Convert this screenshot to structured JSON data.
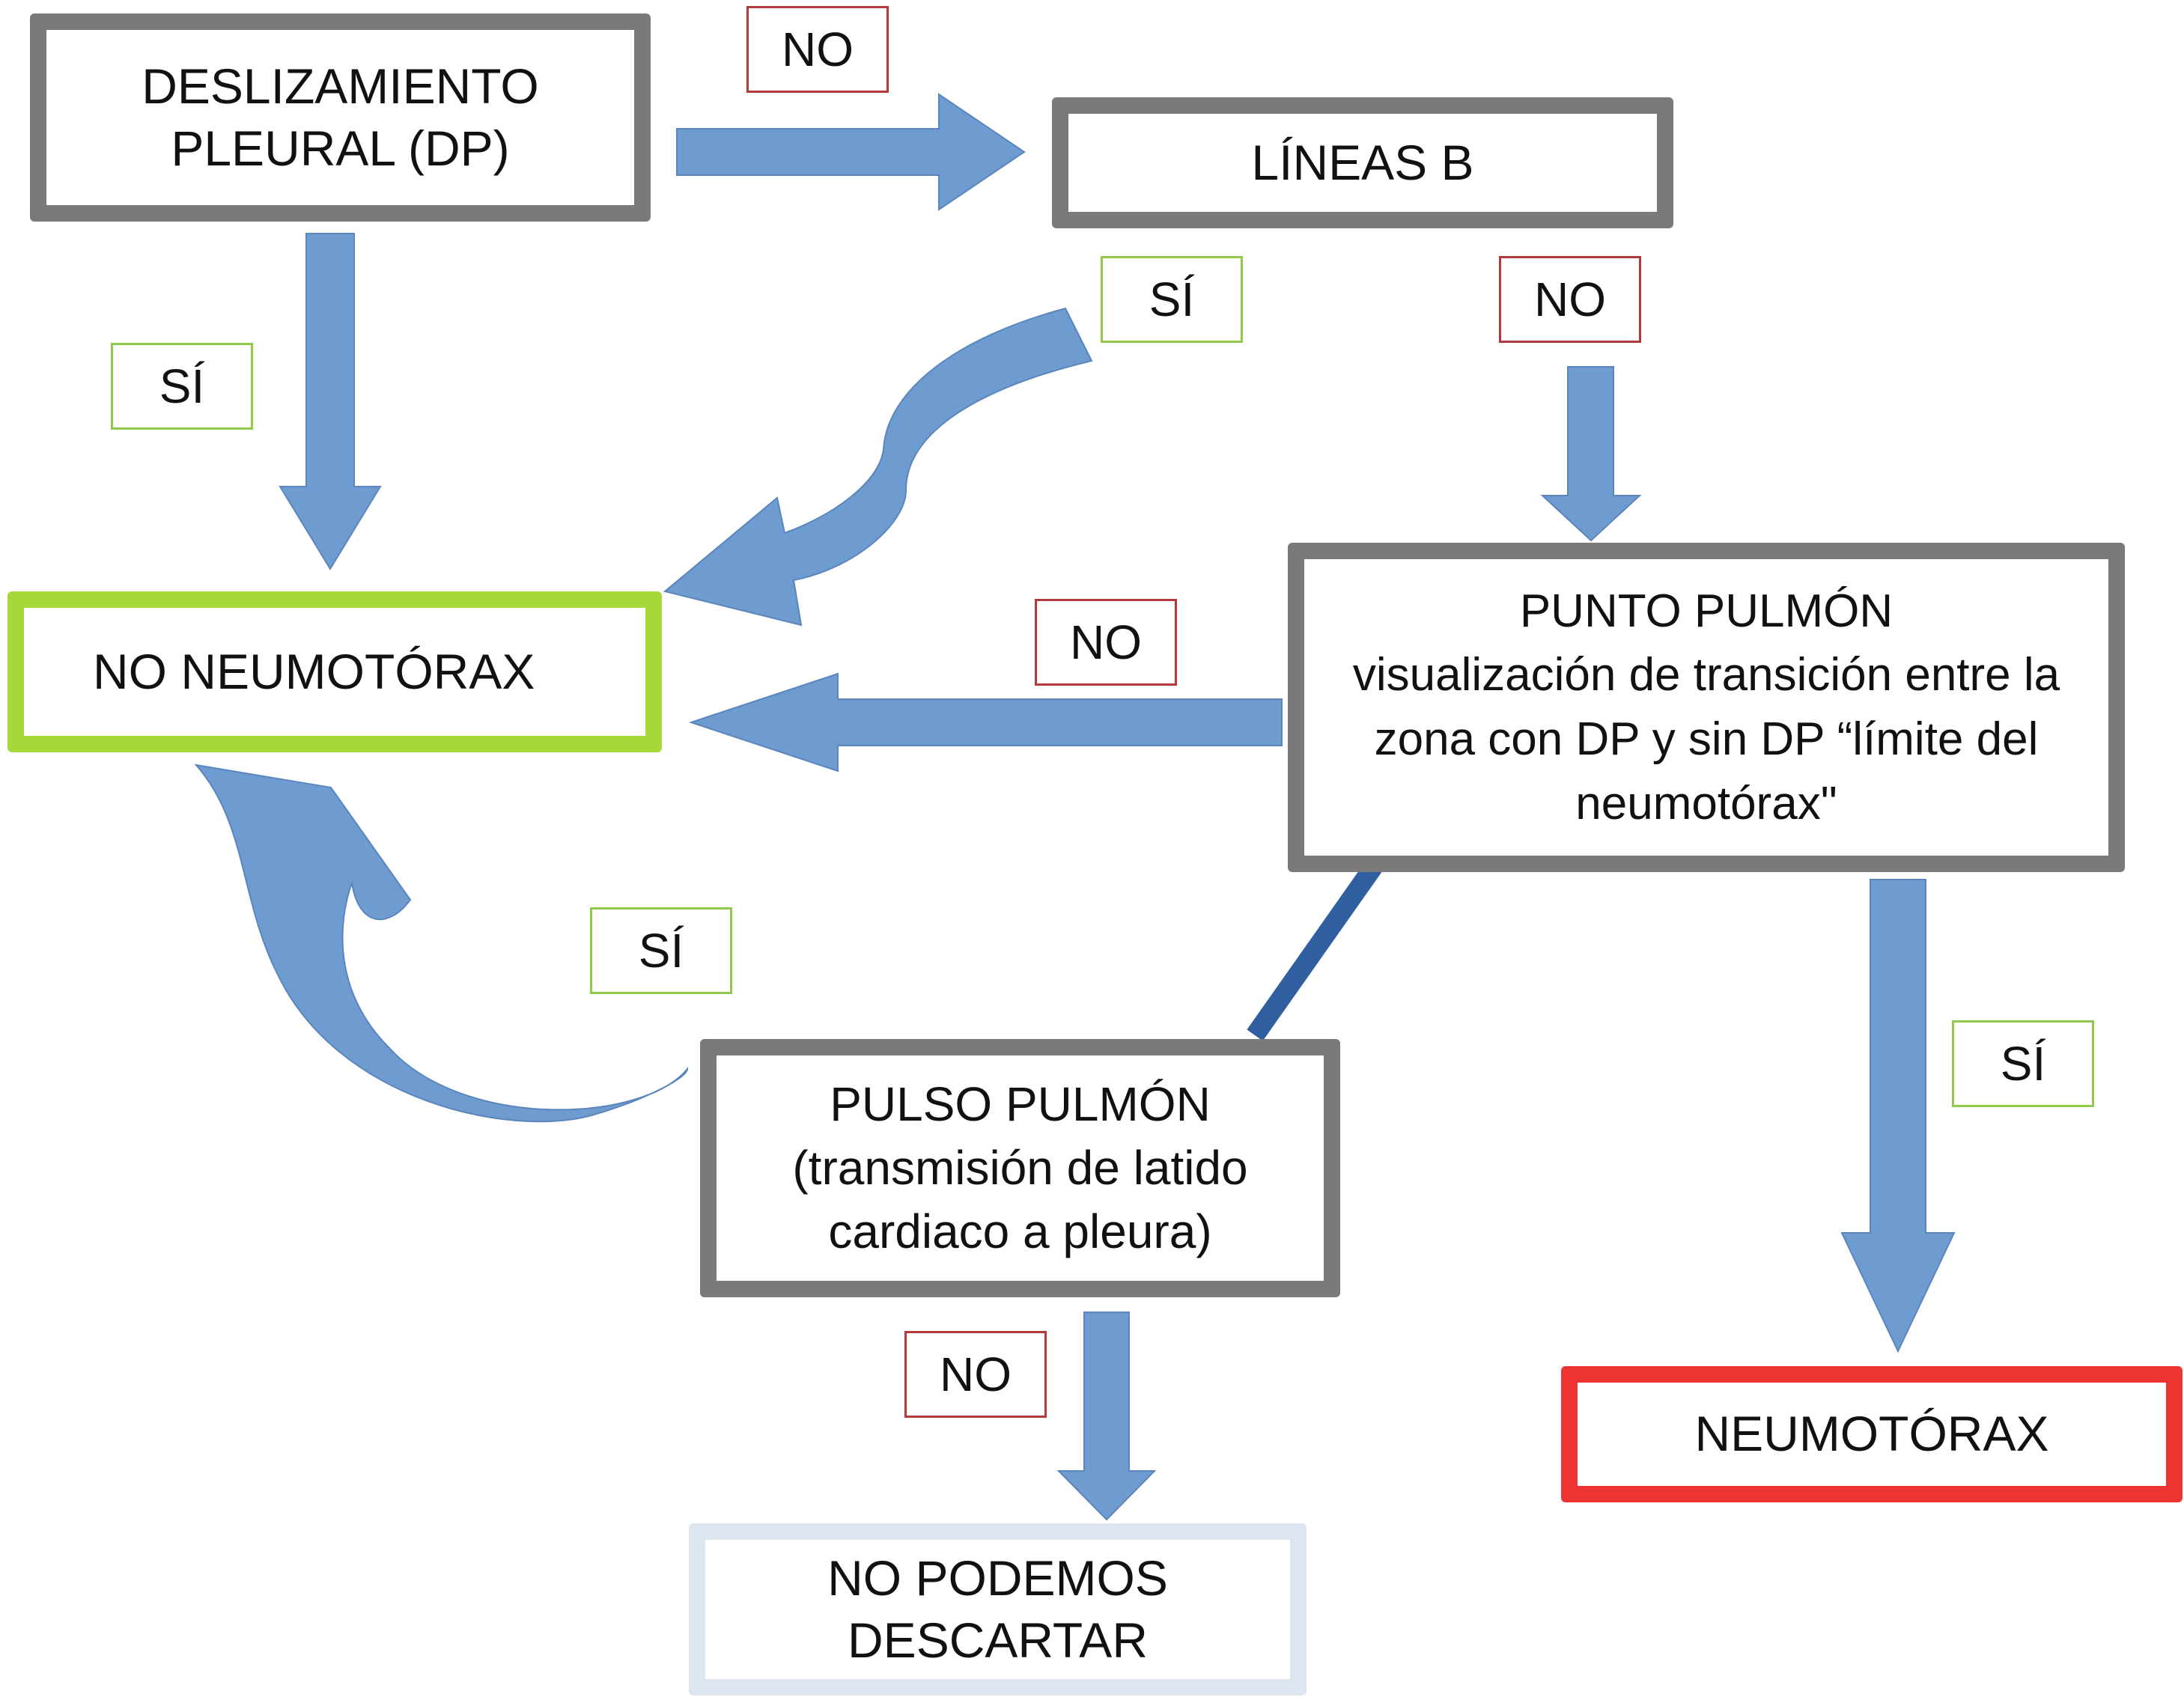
{
  "colors": {
    "arrow": "#6e9bd0",
    "arrow_dark": "#2f5f9f",
    "border_gray": "#7a7a7a",
    "border_green": "#a6d83a",
    "border_red": "#ee3333",
    "border_pale": "#dde6ef",
    "tag_no": "#b23a3a",
    "tag_si": "#93c94b"
  },
  "nodes": {
    "pleural_sliding": {
      "lines": [
        "DESLIZAMIENTO",
        "PLEURAL (DP)"
      ]
    },
    "b_lines": {
      "lines": [
        "LÍNEAS B"
      ]
    },
    "no_pneumothorax": {
      "lines": [
        "NO NEUMOTÓRAX"
      ]
    },
    "lung_point": {
      "lines": [
        "PUNTO PULMÓN",
        "visualización de transición entre la",
        "zona con DP y sin DP “límite del",
        "neumotórax\""
      ]
    },
    "lung_pulse": {
      "lines": [
        "PULSO PULMÓN",
        "(transmisión de latido",
        "cardiaco a pleura)"
      ]
    },
    "pneumothorax": {
      "lines": [
        "NEUMOTÓRAX"
      ]
    },
    "cannot_rule_out": {
      "lines": [
        "NO PODEMOS",
        "DESCARTAR"
      ]
    }
  },
  "edge_labels": {
    "pleural_to_blines": "NO",
    "pleural_to_nopnx": "SÍ",
    "blines_to_nopnx": "SÍ",
    "blines_to_lungpoint": "NO",
    "lungpoint_to_nopnx": "NO",
    "lungpulse_to_nopnx": "SÍ",
    "lungpoint_to_pnx": "SÍ",
    "lungpulse_to_cannot": "NO"
  }
}
